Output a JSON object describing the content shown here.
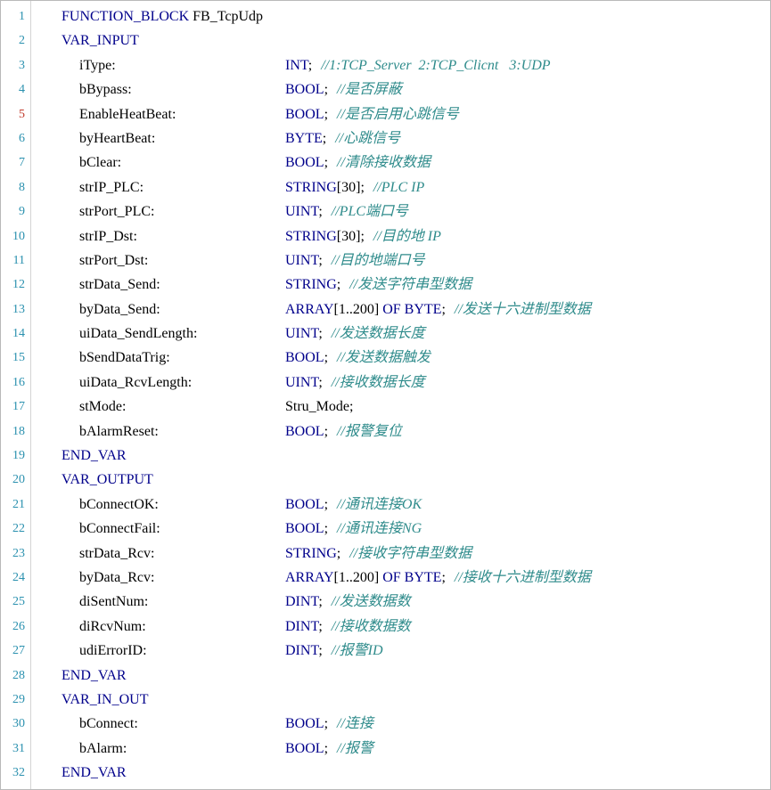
{
  "editor": {
    "lines": [
      {
        "n": "1",
        "indent": 0,
        "name": "",
        "kw": "FUNCTION_BLOCK",
        "rest": " FB_TcpUdp",
        "type": "",
        "type_rest": "",
        "comment": ""
      },
      {
        "n": "2",
        "indent": 0,
        "name": "",
        "kw": "VAR_INPUT",
        "rest": "",
        "type": "",
        "type_rest": "",
        "comment": ""
      },
      {
        "n": "3",
        "indent": 1,
        "name": "iType:",
        "kw": "",
        "rest": "",
        "type": "INT",
        "type_rest": ";",
        "comment": "//1:TCP_Server  2:TCP_Clicnt   3:UDP"
      },
      {
        "n": "4",
        "indent": 1,
        "name": "bBypass:",
        "kw": "",
        "rest": "",
        "type": "BOOL",
        "type_rest": ";",
        "comment": "//是否屏蔽"
      },
      {
        "n": "5",
        "indent": 1,
        "name": "EnableHeatBeat:",
        "kw": "",
        "rest": "",
        "type": "BOOL",
        "type_rest": ";",
        "comment": "//是否启用心跳信号",
        "mod": true
      },
      {
        "n": "6",
        "indent": 1,
        "name": "byHeartBeat:",
        "kw": "",
        "rest": "",
        "type": "BYTE",
        "type_rest": ";",
        "comment": "//心跳信号"
      },
      {
        "n": "7",
        "indent": 1,
        "name": "bClear:",
        "kw": "",
        "rest": "",
        "type": "BOOL",
        "type_rest": ";",
        "comment": "//清除接收数据"
      },
      {
        "n": "8",
        "indent": 1,
        "name": "strIP_PLC:",
        "kw": "",
        "rest": "",
        "type": "STRING",
        "type_rest": "[30];",
        "comment": "//PLC IP"
      },
      {
        "n": "9",
        "indent": 1,
        "name": "strPort_PLC:",
        "kw": "",
        "rest": "",
        "type": "UINT",
        "type_rest": ";",
        "comment": "//PLC端口号"
      },
      {
        "n": "10",
        "indent": 1,
        "name": "strIP_Dst:",
        "kw": "",
        "rest": "",
        "type": "STRING",
        "type_rest": "[30];",
        "comment": "//目的地 IP"
      },
      {
        "n": "11",
        "indent": 1,
        "name": "strPort_Dst:",
        "kw": "",
        "rest": "",
        "type": "UINT",
        "type_rest": ";",
        "comment": "//目的地端口号"
      },
      {
        "n": "12",
        "indent": 1,
        "name": "strData_Send:",
        "kw": "",
        "rest": "",
        "type": "STRING",
        "type_rest": ";",
        "comment": "//发送字符串型数据"
      },
      {
        "n": "13",
        "indent": 1,
        "name": "byData_Send:",
        "kw": "",
        "rest": "",
        "type": "ARRAY",
        "type_rest": "[1..200] OF BYTE;",
        "comment": "//发送十六进制型数据"
      },
      {
        "n": "14",
        "indent": 1,
        "name": "uiData_SendLength:",
        "kw": "",
        "rest": "",
        "type": "UINT",
        "type_rest": ";",
        "comment": "//发送数据长度"
      },
      {
        "n": "15",
        "indent": 1,
        "name": "bSendDataTrig:",
        "kw": "",
        "rest": "",
        "type": "BOOL",
        "type_rest": ";",
        "comment": "//发送数据触发"
      },
      {
        "n": "16",
        "indent": 1,
        "name": "uiData_RcvLength:",
        "kw": "",
        "rest": "",
        "type": "UINT",
        "type_rest": ";",
        "comment": "//接收数据长度"
      },
      {
        "n": "17",
        "indent": 1,
        "name": "stMode:",
        "kw": "",
        "rest": "",
        "type": "",
        "type_rest": "Stru_Mode;",
        "comment": ""
      },
      {
        "n": "18",
        "indent": 1,
        "name": "bAlarmReset:",
        "kw": "",
        "rest": "",
        "type": "BOOL",
        "type_rest": ";",
        "comment": "//报警复位"
      },
      {
        "n": "19",
        "indent": 0,
        "name": "",
        "kw": "END_VAR",
        "rest": "",
        "type": "",
        "type_rest": "",
        "comment": ""
      },
      {
        "n": "20",
        "indent": 0,
        "name": "",
        "kw": "VAR_OUTPUT",
        "rest": "",
        "type": "",
        "type_rest": "",
        "comment": ""
      },
      {
        "n": "21",
        "indent": 1,
        "name": "bConnectOK:",
        "kw": "",
        "rest": "",
        "type": "BOOL",
        "type_rest": ";",
        "comment": "//通讯连接OK"
      },
      {
        "n": "22",
        "indent": 1,
        "name": "bConnectFail:",
        "kw": "",
        "rest": "",
        "type": "BOOL",
        "type_rest": ";",
        "comment": "//通讯连接NG"
      },
      {
        "n": "23",
        "indent": 1,
        "name": "strData_Rcv:",
        "kw": "",
        "rest": "",
        "type": "STRING",
        "type_rest": ";",
        "comment": "//接收字符串型数据"
      },
      {
        "n": "24",
        "indent": 1,
        "name": "byData_Rcv:",
        "kw": "",
        "rest": "",
        "type": "ARRAY",
        "type_rest": "[1..200] OF BYTE;",
        "comment": "//接收十六进制型数据"
      },
      {
        "n": "25",
        "indent": 1,
        "name": "diSentNum:",
        "kw": "",
        "rest": "",
        "type": "DINT",
        "type_rest": ";",
        "comment": "//发送数据数"
      },
      {
        "n": "26",
        "indent": 1,
        "name": "diRcvNum:",
        "kw": "",
        "rest": "",
        "type": "DINT",
        "type_rest": ";",
        "comment": "//接收数据数"
      },
      {
        "n": "27",
        "indent": 1,
        "name": "udiErrorID:",
        "kw": "",
        "rest": "",
        "type": "DINT",
        "type_rest": ";",
        "comment": "//报警ID"
      },
      {
        "n": "28",
        "indent": 0,
        "name": "",
        "kw": "END_VAR",
        "rest": "",
        "type": "",
        "type_rest": "",
        "comment": ""
      },
      {
        "n": "29",
        "indent": 0,
        "name": "",
        "kw": "VAR_IN_OUT",
        "rest": "",
        "type": "",
        "type_rest": "",
        "comment": ""
      },
      {
        "n": "30",
        "indent": 1,
        "name": "bConnect:",
        "kw": "",
        "rest": "",
        "type": "BOOL",
        "type_rest": ";",
        "comment": "//连接"
      },
      {
        "n": "31",
        "indent": 1,
        "name": "bAlarm:",
        "kw": "",
        "rest": "",
        "type": "BOOL",
        "type_rest": ";",
        "comment": "//报警"
      },
      {
        "n": "32",
        "indent": 0,
        "name": "",
        "kw": "END_VAR",
        "rest": "",
        "type": "",
        "type_rest": "",
        "comment": ""
      }
    ]
  },
  "colors": {
    "keyword": "#00008b",
    "comment": "#2e8b8b",
    "line_number": "#2b91af",
    "modified_line_number": "#c0392b"
  }
}
